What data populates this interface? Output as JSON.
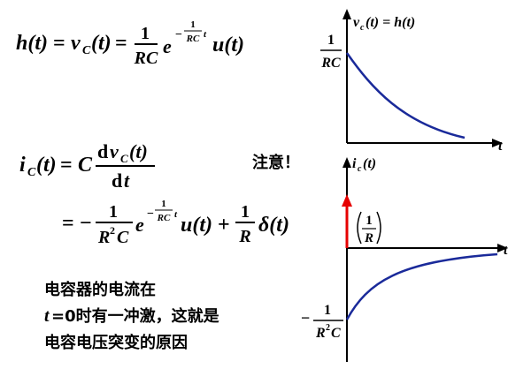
{
  "formula_h": {
    "lhs": "h(t)",
    "eq": "=",
    "vc": "v",
    "vc_sub": "C",
    "vc_arg": "(t)",
    "eq2": "=",
    "frac_num": "1",
    "frac_den": "RC",
    "exp_base": "e",
    "exp_minus": "−",
    "exp_num": "1",
    "exp_den": "RC",
    "exp_t": "t",
    "step": "u(t)"
  },
  "formula_ic": {
    "lhs_i": "i",
    "lhs_sub": "C",
    "lhs_arg": "(t)",
    "eq": "=",
    "coef": "C",
    "d_num": "d",
    "v": "v",
    "v_sub": "C",
    "v_arg": "(t)",
    "d_den": "d",
    "t_den": "t"
  },
  "formula_ic2": {
    "eq": "=",
    "minus": "−",
    "frac_num": "1",
    "frac_den_r": "R",
    "frac_den_pow": "2",
    "frac_den_c": "C",
    "exp_base": "e",
    "exp_minus": "−",
    "exp_num": "1",
    "exp_den": "RC",
    "exp_t": "t",
    "step": "u(t)",
    "plus": "+",
    "frac2_num": "1",
    "frac2_den": "R",
    "delta": "δ(t)"
  },
  "note": "注意！",
  "caption": {
    "line1": "电容器的电流在",
    "line2_t": "t",
    "line2_rest": "=0时有一冲激，这就是",
    "line3": "电容电压突变的原因"
  },
  "top_graph": {
    "title_v": "v",
    "title_sub": "c",
    "title_rest": "(t) = h(t)",
    "y_label_num": "1",
    "y_label_den": "RC",
    "x_label": "t"
  },
  "bottom_graph": {
    "title_i": "i",
    "title_sub": "c",
    "title_rest": "(t)",
    "impulse_num": "1",
    "impulse_den": "R",
    "neg_minus": "−",
    "neg_num": "1",
    "neg_den_r": "R",
    "neg_den_pow": "2",
    "neg_den_c": "C",
    "x_label": "t"
  },
  "colors": {
    "curve": "#1a2a9a",
    "impulse": "#e60000",
    "axis": "#000000"
  }
}
